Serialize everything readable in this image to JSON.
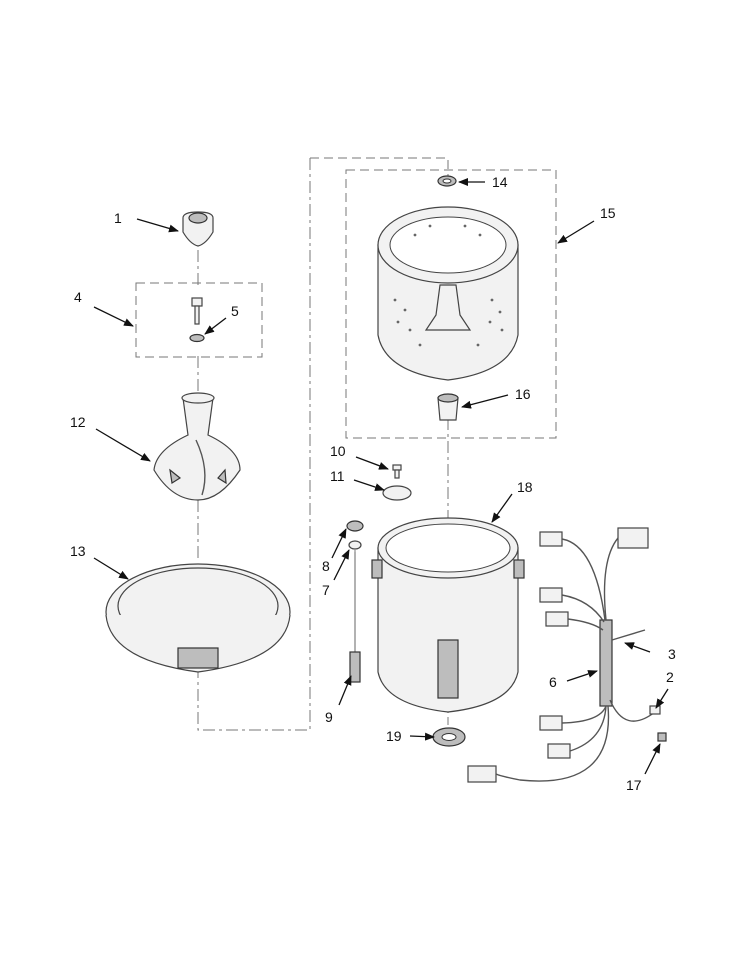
{
  "callouts": [
    {
      "id": "1",
      "label": "1"
    },
    {
      "id": "2",
      "label": "2"
    },
    {
      "id": "3",
      "label": "3"
    },
    {
      "id": "4",
      "label": "4"
    },
    {
      "id": "5",
      "label": "5"
    },
    {
      "id": "6",
      "label": "6"
    },
    {
      "id": "7",
      "label": "7"
    },
    {
      "id": "8",
      "label": "8"
    },
    {
      "id": "9",
      "label": "9"
    },
    {
      "id": "10",
      "label": "10"
    },
    {
      "id": "11",
      "label": "11"
    },
    {
      "id": "12",
      "label": "12"
    },
    {
      "id": "13",
      "label": "13"
    },
    {
      "id": "14",
      "label": "14"
    },
    {
      "id": "15",
      "label": "15"
    },
    {
      "id": "16",
      "label": "16"
    },
    {
      "id": "17",
      "label": "17"
    },
    {
      "id": "18",
      "label": "18"
    },
    {
      "id": "19",
      "label": "19"
    }
  ],
  "colors": {
    "line": "#444444",
    "fill": "#f2f2f2",
    "accent": "#bdbdbd"
  }
}
